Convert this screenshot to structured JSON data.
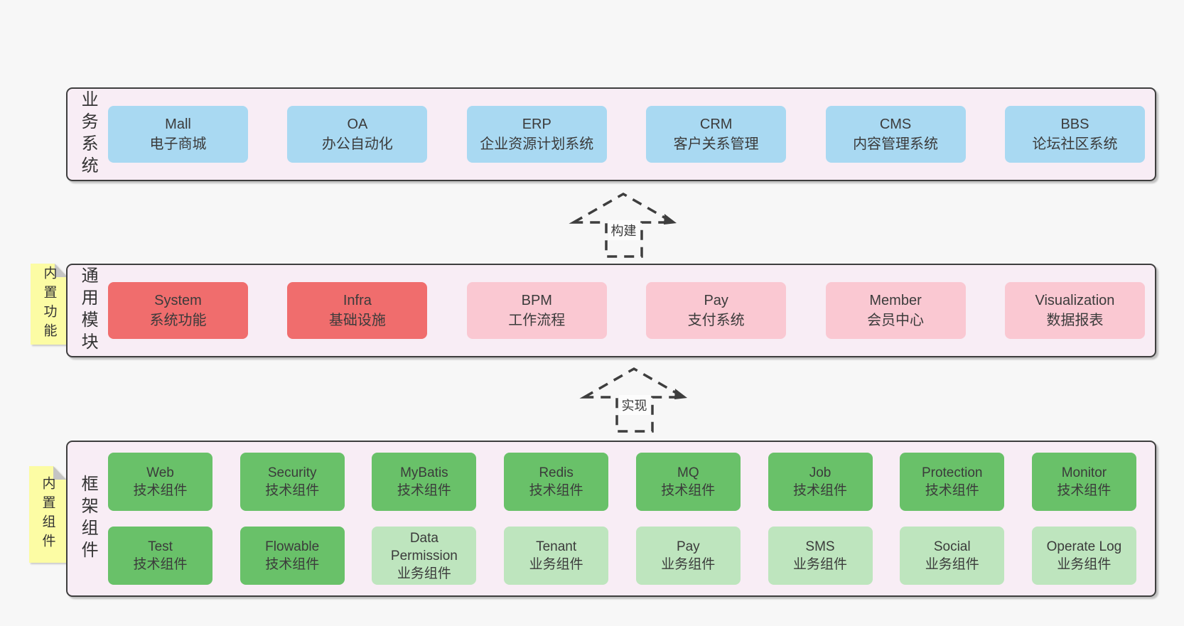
{
  "palette": {
    "page_bg": "#f7f7f7",
    "layer_bg": "#f8edf5",
    "outline": "#3e3e3e",
    "blue": "#a9d9f2",
    "red": "#f06d6d",
    "pink": "#fac8d2",
    "green": "#69c169",
    "light_green": "#bee5be",
    "note_yellow": "#fcfca4",
    "note_fold_gray": "#c4c4c4"
  },
  "arrows": [
    {
      "label": "构建"
    },
    {
      "label": "实现"
    }
  ],
  "layers": [
    {
      "label": "业务系统",
      "boxes": [
        {
          "title": "Mall",
          "subtitle": "电子商城",
          "color": "blue"
        },
        {
          "title": "OA",
          "subtitle": "办公自动化",
          "color": "blue"
        },
        {
          "title": "ERP",
          "subtitle": "企业资源计划系统",
          "color": "blue"
        },
        {
          "title": "CRM",
          "subtitle": "客户关系管理",
          "color": "blue"
        },
        {
          "title": "CMS",
          "subtitle": "内容管理系统",
          "color": "blue"
        },
        {
          "title": "BBS",
          "subtitle": "论坛社区系统",
          "color": "blue"
        }
      ]
    },
    {
      "label": "通用模块",
      "note": "内置功能",
      "boxes": [
        {
          "title": "System",
          "subtitle": "系统功能",
          "color": "red"
        },
        {
          "title": "Infra",
          "subtitle": "基础设施",
          "color": "red"
        },
        {
          "title": "BPM",
          "subtitle": "工作流程",
          "color": "pink"
        },
        {
          "title": "Pay",
          "subtitle": "支付系统",
          "color": "pink"
        },
        {
          "title": "Member",
          "subtitle": "会员中心",
          "color": "pink"
        },
        {
          "title": "Visualization",
          "subtitle": "数据报表",
          "color": "pink"
        }
      ]
    },
    {
      "label": "框架组件",
      "note": "内置组件",
      "rows": [
        [
          {
            "title": "Web",
            "subtitle": "技术组件",
            "color": "green"
          },
          {
            "title": "Security",
            "subtitle": "技术组件",
            "color": "green"
          },
          {
            "title": "MyBatis",
            "subtitle": "技术组件",
            "color": "green"
          },
          {
            "title": "Redis",
            "subtitle": "技术组件",
            "color": "green"
          },
          {
            "title": "MQ",
            "subtitle": "技术组件",
            "color": "green"
          },
          {
            "title": "Job",
            "subtitle": "技术组件",
            "color": "green"
          },
          {
            "title": "Protection",
            "subtitle": "技术组件",
            "color": "green"
          },
          {
            "title": "Monitor",
            "subtitle": "技术组件",
            "color": "green"
          }
        ],
        [
          {
            "title": "Test",
            "subtitle": "技术组件",
            "color": "green"
          },
          {
            "title": "Flowable",
            "subtitle": "技术组件",
            "color": "green"
          },
          {
            "title": "Data Permission",
            "subtitle": "业务组件",
            "color": "light_green"
          },
          {
            "title": "Tenant",
            "subtitle": "业务组件",
            "color": "light_green"
          },
          {
            "title": "Pay",
            "subtitle": "业务组件",
            "color": "light_green"
          },
          {
            "title": "SMS",
            "subtitle": "业务组件",
            "color": "light_green"
          },
          {
            "title": "Social",
            "subtitle": "业务组件",
            "color": "light_green"
          },
          {
            "title": "Operate Log",
            "subtitle": "业务组件",
            "color": "light_green"
          }
        ]
      ]
    }
  ]
}
